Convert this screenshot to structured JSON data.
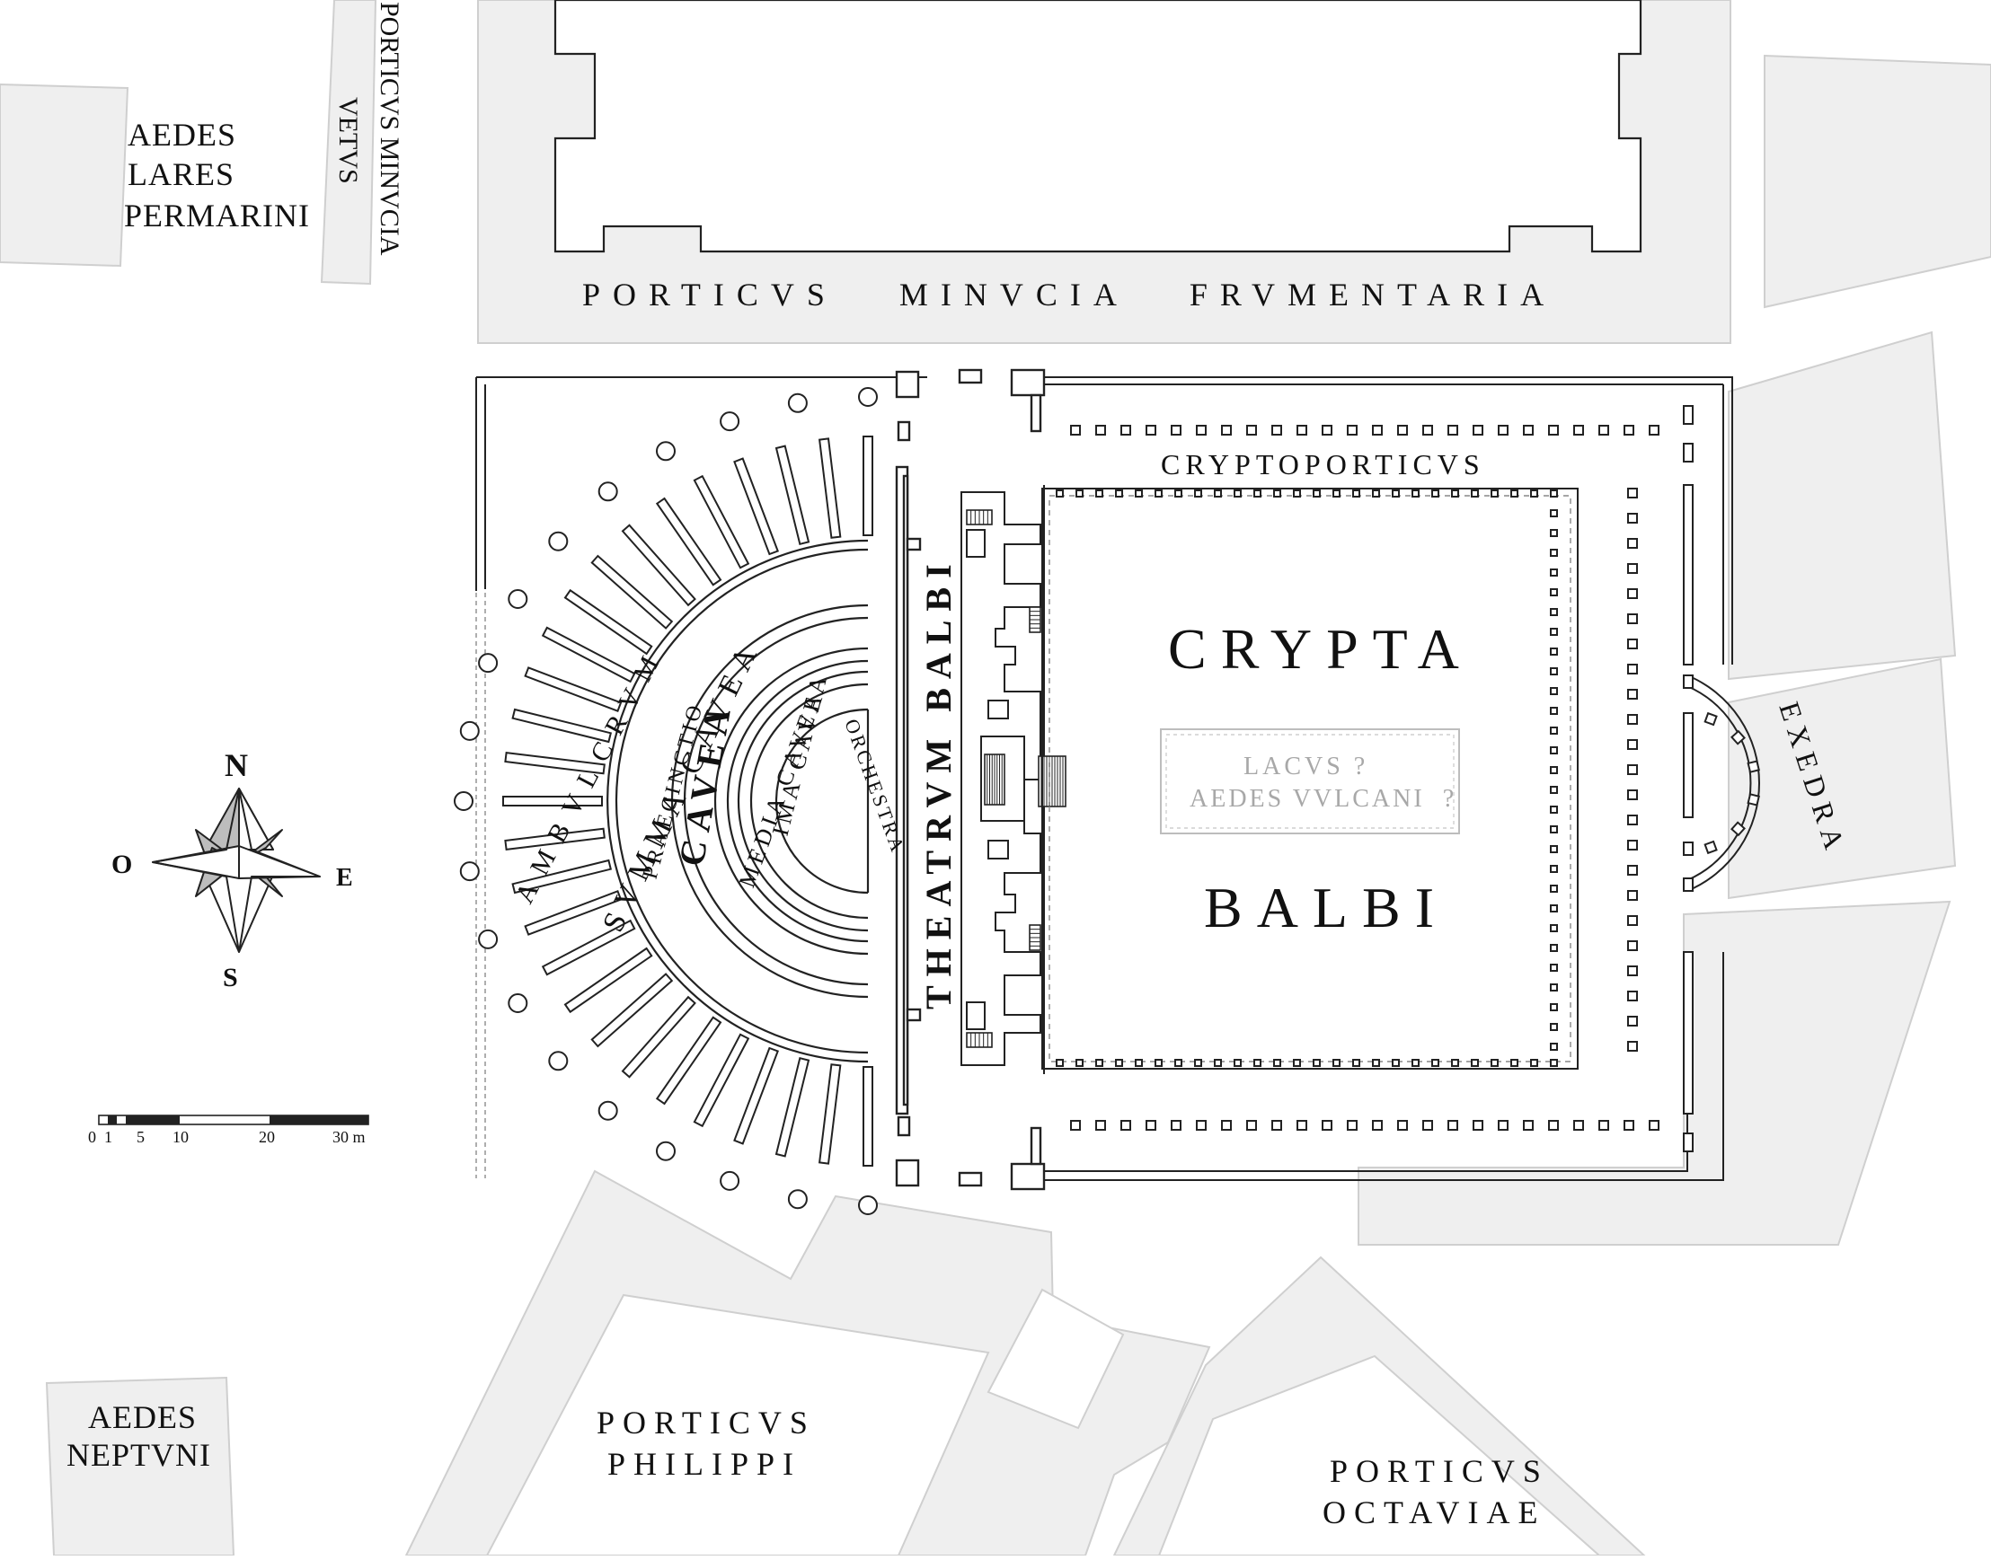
{
  "labels": {
    "aedes_lares": [
      "AEDES",
      "LARES",
      "PERMARINI"
    ],
    "porticus_minucia_vetus": [
      "PORTICVS MINVCIA",
      "VETVS"
    ],
    "porticus_minucia_frumentaria": "PORTICVS   MINVCIA   FRVMENTARIA",
    "cryptoporticus": "CRYPTOPORTICVS",
    "crypta": "CRYPTA",
    "balbi": "BALBI",
    "lacus": "LACVS ?",
    "aedes_vulcani": "AEDES VVLCANI  ?",
    "exedra": "EXEDRA",
    "theatrum_balbi": "THEATRVM BALBI",
    "ambulacrum": "AMBVLCRVM",
    "summa_cavea": "SVMMA CAVEA",
    "praecinctio": "PRAECINCTIO",
    "cavea": "CAVEA",
    "media_cavea": "MEDIA CAVEA",
    "ima_cavea": "IMA CAVEA",
    "orchestra": "ORCHESTRA",
    "aedes_neptuni": [
      "AEDES",
      "NEPTVNI"
    ],
    "porticus_philippi": [
      "PORTICVS",
      "PHILIPPI"
    ],
    "porticus_octaviae": [
      "PORTICVS",
      "OCTAVIAE"
    ]
  },
  "compass": {
    "n": "N",
    "s": "S",
    "e": "E",
    "o": "O"
  },
  "scale": {
    "ticks": [
      "0",
      "1",
      "5",
      "10",
      "20",
      "30 m"
    ]
  }
}
